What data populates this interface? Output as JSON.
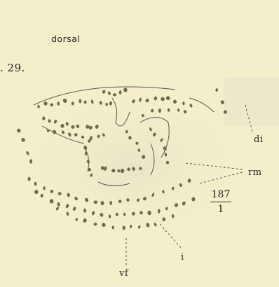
{
  "figure": {
    "orientation_label": "dorsal",
    "figure_number": ". 29.",
    "labels": {
      "di": "di",
      "rm": "rm",
      "i": "i",
      "vf": "vf"
    },
    "magnification": {
      "numerator": "187",
      "denominator": "1"
    }
  },
  "colors": {
    "paper": "#f4efcb",
    "cell_body": "#6f6a4a",
    "ink": "#222222"
  }
}
